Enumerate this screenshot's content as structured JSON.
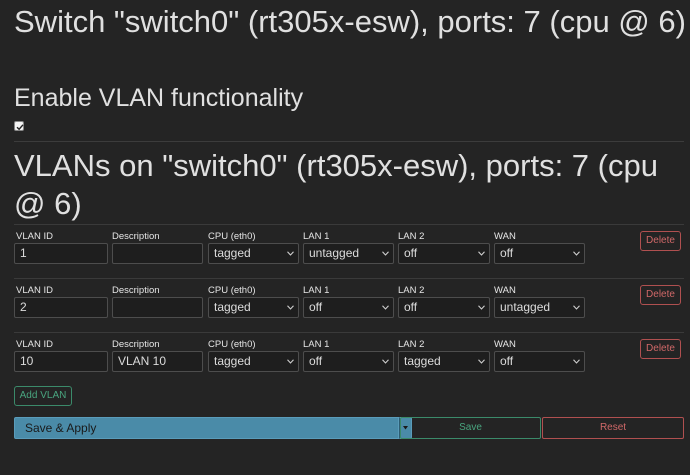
{
  "switch_section": {
    "title": "Switch \"switch0\" (rt305x-esw), ports: 7 (cpu @ 6)",
    "vlan_functionality_label": "Enable VLAN functionality",
    "vlan_enabled": true
  },
  "vlans_section": {
    "title": "VLANs on \"switch0\" (rt305x-esw), ports: 7 (cpu @ 6)",
    "column_labels": {
      "vlan_id": "VLAN ID",
      "description": "Description",
      "cpu": "CPU (eth0)",
      "lan1": "LAN 1",
      "lan2": "LAN 2",
      "wan": "WAN"
    },
    "rows": [
      {
        "vlan_id": "1",
        "description": "",
        "cpu": "tagged",
        "lan1": "untagged",
        "lan2": "off",
        "wan": "off",
        "delete_label": "Delete"
      },
      {
        "vlan_id": "2",
        "description": "",
        "cpu": "tagged",
        "lan1": "off",
        "lan2": "off",
        "wan": "untagged",
        "delete_label": "Delete"
      },
      {
        "vlan_id": "10",
        "description": "VLAN 10",
        "cpu": "tagged",
        "lan1": "off",
        "lan2": "tagged",
        "wan": "off",
        "delete_label": "Delete"
      }
    ],
    "add_vlan_label": "Add VLAN"
  },
  "footer": {
    "save_apply_label": "Save & Apply",
    "save_label": "Save",
    "reset_label": "Reset"
  },
  "colors": {
    "background": "#242424",
    "primary": "#4a8ba8",
    "positive": "#49a57f",
    "negative": "#d06868"
  },
  "icons": {
    "checkbox": "checkmark-icon",
    "select": "chevron-down-icon",
    "split_button": "caret-down-icon"
  }
}
